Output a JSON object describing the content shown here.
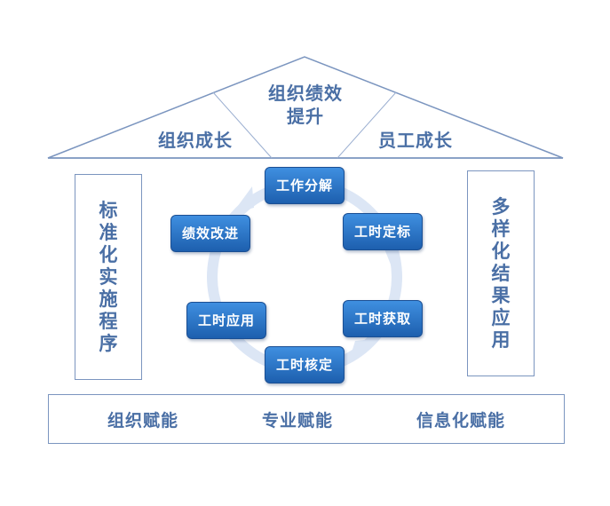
{
  "roof": {
    "center_line1": "组织绩效",
    "center_line2": "提升",
    "left": "组织成长",
    "right": "员工成长"
  },
  "pillars": {
    "left": "标准化实施程序",
    "right": "多样化结果应用"
  },
  "cycle": {
    "top": "工作分解",
    "top_right": "工时定标",
    "bottom_right": "工时获取",
    "bottom": "工时核定",
    "bottom_left": "工时应用",
    "top_left": "绩效改进"
  },
  "base": {
    "item1": "组织赋能",
    "item2": "专业赋能",
    "item3": "信息化赋能"
  },
  "colors": {
    "text": "#4a6fa5",
    "border": "#7b95bf",
    "node_top": "#3f8fe0",
    "node_bottom": "#1d5fae",
    "ring": "#dce6f5"
  }
}
